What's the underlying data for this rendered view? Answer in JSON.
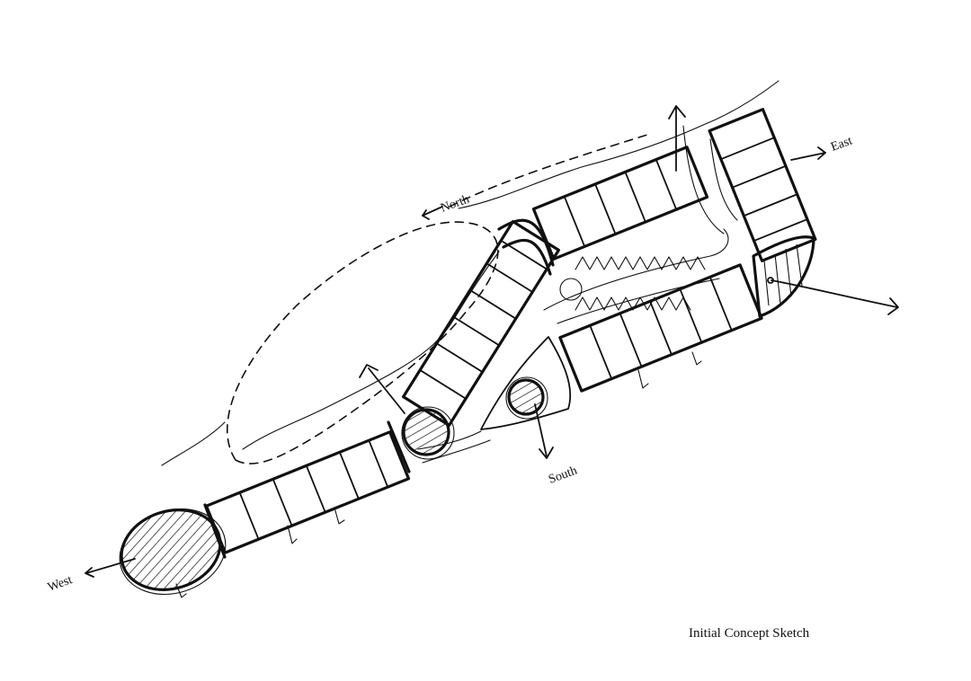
{
  "caption": "Initial Concept Sketch",
  "direction_labels": {
    "north": "North",
    "south": "South",
    "east": "East",
    "west": "West"
  },
  "ink_color": "#111111",
  "background_color": "#ffffff"
}
